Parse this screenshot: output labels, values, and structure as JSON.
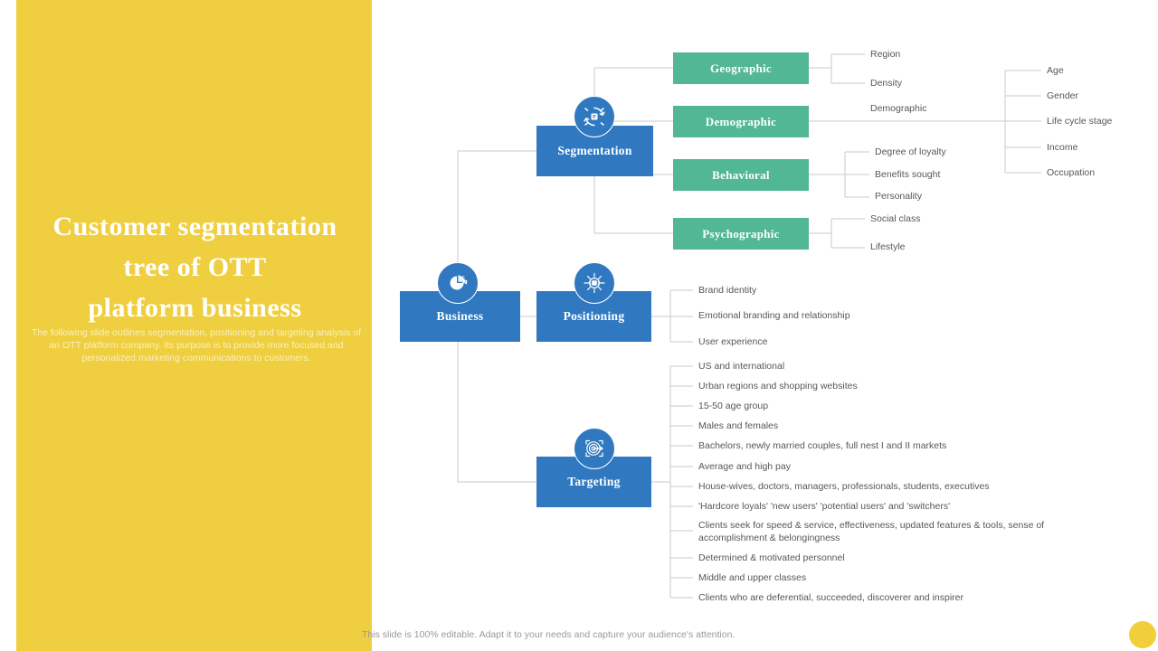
{
  "slide": {
    "title_lines": [
      "Customer segmentation",
      "tree of OTT",
      "platform business"
    ],
    "title_plain": "Customer segmentation tree of OTT platform business",
    "subtitle": "The following slide outlines segmentation, positioning and targeting analysis of an OTT platform company. Its purpose is to provide more focused and personalized marketing communications to customers.",
    "footer": "This slide is 100% editable. Adapt it to your needs and capture your audience's attention."
  },
  "colors": {
    "panel_yellow": "#efcf3f",
    "node_blue": "#3079c1",
    "node_green": "#51b795",
    "connector_gray": "#c9cacb",
    "leaf_text": "#55575a",
    "title_white": "#ffffff",
    "subtitle_cream": "#faf0c0",
    "footer_gray": "#9a9a9a"
  },
  "tree": {
    "root": {
      "label": "Business",
      "icon": "pie-chart-growth-icon"
    },
    "branches": [
      {
        "label": "Segmentation",
        "icon": "segmentation-cycle-icon",
        "children": [
          {
            "label": "Geographic",
            "leaves": [
              "Region",
              "Density"
            ]
          },
          {
            "label": "Demographic",
            "leaves": [
              "Demographic"
            ],
            "grandchildren": [
              "Age",
              "Gender",
              "Life cycle stage",
              "Income",
              "Occupation"
            ]
          },
          {
            "label": "Behavioral",
            "leaves": [
              "Degree  of loyalty",
              "Benefits sought",
              "Personality"
            ]
          },
          {
            "label": "Psychographic",
            "leaves": [
              "Social class",
              "Lifestyle"
            ]
          }
        ]
      },
      {
        "label": "Positioning",
        "icon": "positioning-target-radiate-icon",
        "leaves": [
          "Brand identity",
          "Emotional  branding and relationship",
          "User experience"
        ]
      },
      {
        "label": "Targeting",
        "icon": "targeting-bullseye-icon",
        "leaves": [
          "US and international",
          "Urban regions and shopping websites",
          "15-50 age group",
          "Males and females",
          "Bachelors, newly married couples, full nest I and II markets",
          "Average and high pay",
          "House-wives, doctors, managers, professionals, students, executives",
          "'Hardcore loyals' 'new users' 'potential users' and 'switchers'",
          "Clients seek for speed & service, effectiveness, updated features & tools, sense of accomplishment & belongingness",
          "Determined & motivated personnel",
          "Middle and upper classes",
          "Clients who are deferential, succeeded, discoverer and inspirer"
        ]
      }
    ]
  }
}
